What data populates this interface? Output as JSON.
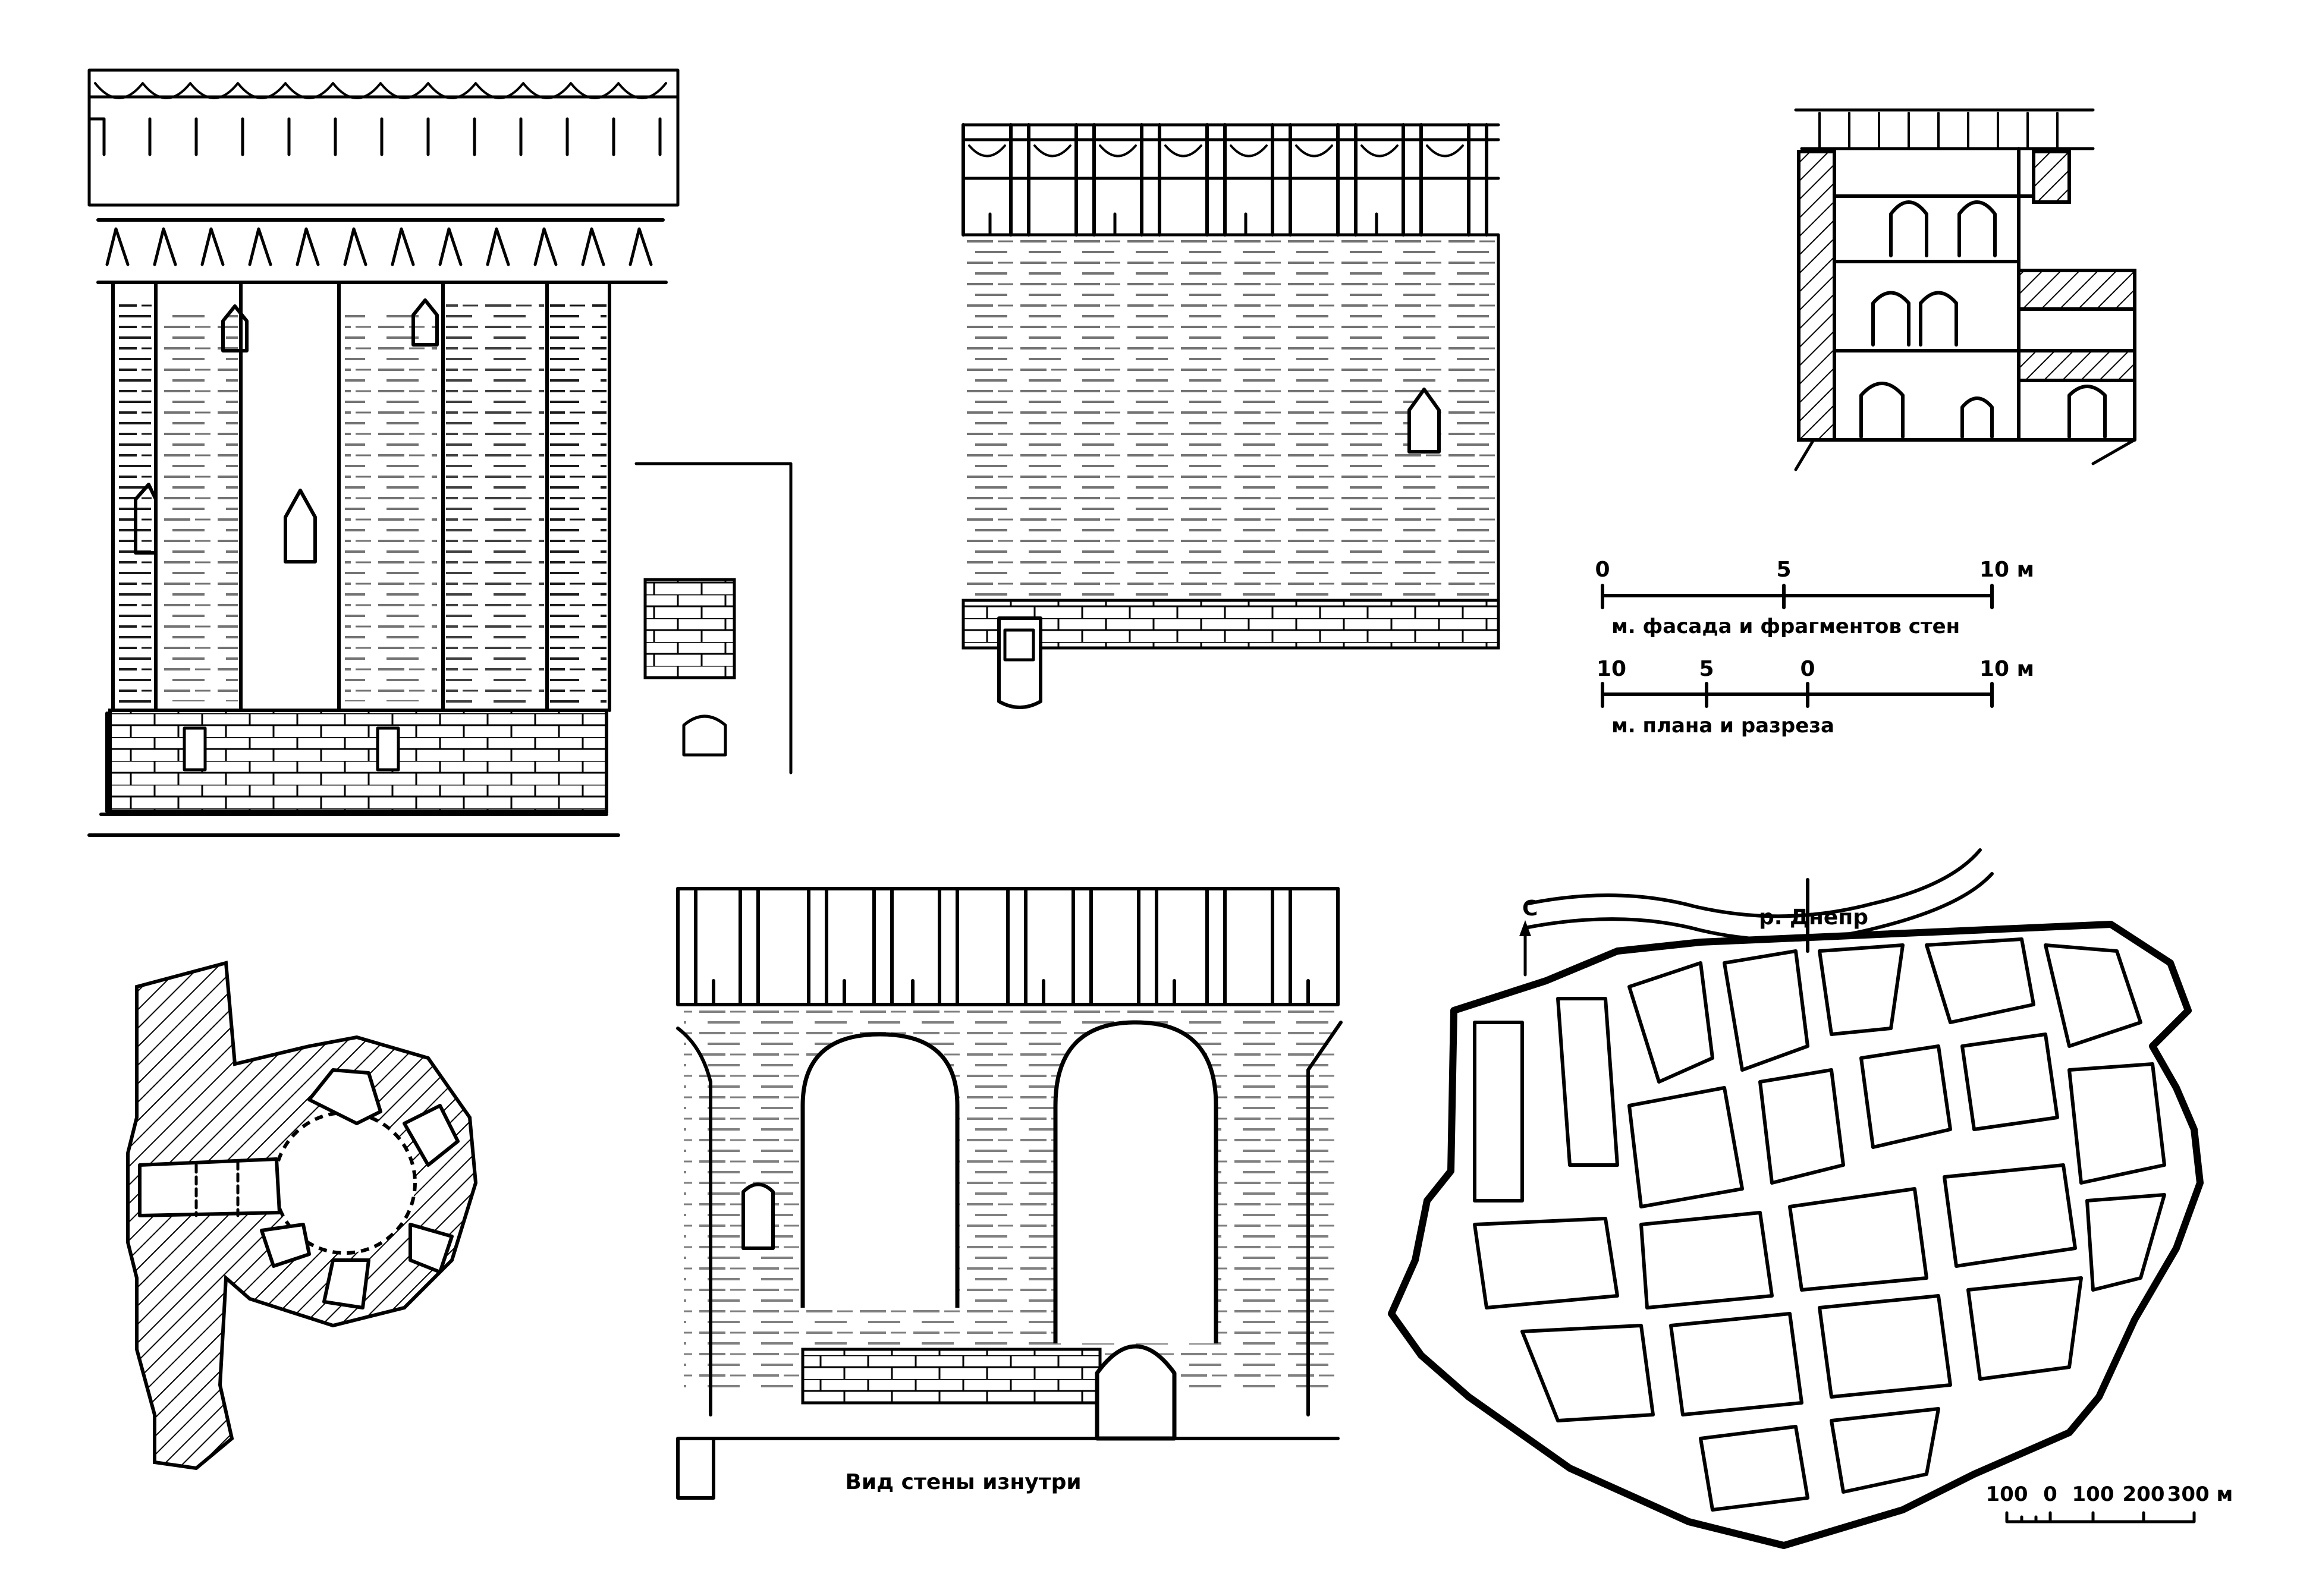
{
  "scale_facade": {
    "ticks": [
      "0",
      "5",
      "10 м"
    ],
    "caption": "м. фасада и фрагментов стен"
  },
  "scale_plan": {
    "ticks": [
      "10",
      "5",
      "0",
      "10 м"
    ],
    "caption": "м. плана и разреза"
  },
  "inner_wall": {
    "caption": "Вид стены изнутри"
  },
  "city_map": {
    "river_label": "р. Днепр",
    "north_label": "С",
    "scale_ticks": [
      "100",
      "0",
      "100",
      "200",
      "300 м"
    ]
  }
}
